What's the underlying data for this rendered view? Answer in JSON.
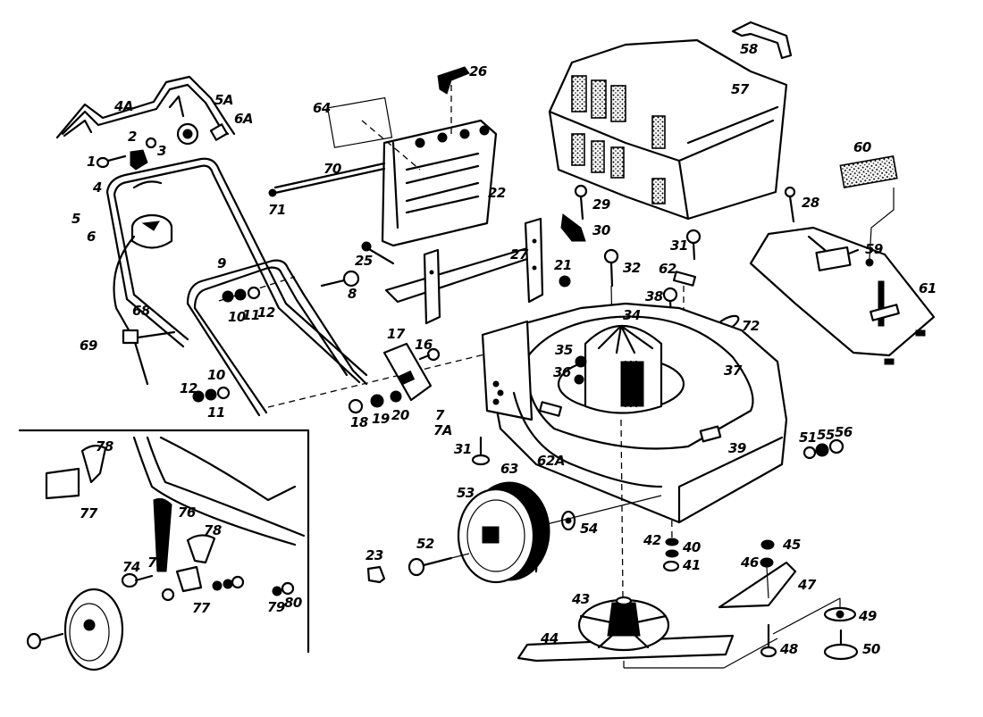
{
  "diagram": {
    "title": "",
    "type": "exploded-parts-diagram",
    "subject": "electric lawn mower",
    "parts": [
      {
        "id": "p1",
        "label": "1"
      },
      {
        "id": "p2",
        "label": "2"
      },
      {
        "id": "p3",
        "label": "3"
      },
      {
        "id": "p4",
        "label": "4"
      },
      {
        "id": "p4a",
        "label": "4A"
      },
      {
        "id": "p5",
        "label": "5"
      },
      {
        "id": "p5a",
        "label": "5A"
      },
      {
        "id": "p6",
        "label": "6"
      },
      {
        "id": "p6a",
        "label": "6A"
      },
      {
        "id": "p7",
        "label": "7"
      },
      {
        "id": "p7a",
        "label": "7A"
      },
      {
        "id": "p8",
        "label": "8"
      },
      {
        "id": "p9",
        "label": "9"
      },
      {
        "id": "p10a",
        "label": "10"
      },
      {
        "id": "p11a",
        "label": "11"
      },
      {
        "id": "p12a",
        "label": "12"
      },
      {
        "id": "p10b",
        "label": "10"
      },
      {
        "id": "p11b",
        "label": "11"
      },
      {
        "id": "p12b",
        "label": "12"
      },
      {
        "id": "p16",
        "label": "16"
      },
      {
        "id": "p17",
        "label": "17"
      },
      {
        "id": "p18",
        "label": "18"
      },
      {
        "id": "p19",
        "label": "19"
      },
      {
        "id": "p20",
        "label": "20"
      },
      {
        "id": "p21",
        "label": "21"
      },
      {
        "id": "p22",
        "label": "22"
      },
      {
        "id": "p23",
        "label": "23"
      },
      {
        "id": "p25",
        "label": "25"
      },
      {
        "id": "p26",
        "label": "26"
      },
      {
        "id": "p27",
        "label": "27"
      },
      {
        "id": "p28",
        "label": "28"
      },
      {
        "id": "p29",
        "label": "29"
      },
      {
        "id": "p30",
        "label": "30"
      },
      {
        "id": "p31a",
        "label": "31"
      },
      {
        "id": "p31b",
        "label": "31"
      },
      {
        "id": "p32",
        "label": "32"
      },
      {
        "id": "p34",
        "label": "34"
      },
      {
        "id": "p35",
        "label": "35"
      },
      {
        "id": "p36",
        "label": "36"
      },
      {
        "id": "p37",
        "label": "37"
      },
      {
        "id": "p38",
        "label": "38"
      },
      {
        "id": "p39",
        "label": "39"
      },
      {
        "id": "p40",
        "label": "40"
      },
      {
        "id": "p41",
        "label": "41"
      },
      {
        "id": "p42",
        "label": "42"
      },
      {
        "id": "p43",
        "label": "43"
      },
      {
        "id": "p44",
        "label": "44"
      },
      {
        "id": "p45",
        "label": "45"
      },
      {
        "id": "p46",
        "label": "46"
      },
      {
        "id": "p47",
        "label": "47"
      },
      {
        "id": "p48",
        "label": "48"
      },
      {
        "id": "p49",
        "label": "49"
      },
      {
        "id": "p50",
        "label": "50"
      },
      {
        "id": "p51",
        "label": "51"
      },
      {
        "id": "p52",
        "label": "52"
      },
      {
        "id": "p53",
        "label": "53"
      },
      {
        "id": "p54",
        "label": "54"
      },
      {
        "id": "p55",
        "label": "55"
      },
      {
        "id": "p56",
        "label": "56"
      },
      {
        "id": "p57",
        "label": "57"
      },
      {
        "id": "p58",
        "label": "58"
      },
      {
        "id": "p59",
        "label": "59"
      },
      {
        "id": "p60",
        "label": "60"
      },
      {
        "id": "p61",
        "label": "61"
      },
      {
        "id": "p62",
        "label": "62"
      },
      {
        "id": "p62a",
        "label": "62A"
      },
      {
        "id": "p63",
        "label": "63"
      },
      {
        "id": "p64",
        "label": "64"
      },
      {
        "id": "p68",
        "label": "68"
      },
      {
        "id": "p69",
        "label": "69"
      },
      {
        "id": "p70",
        "label": "70"
      },
      {
        "id": "p71",
        "label": "71"
      },
      {
        "id": "p72",
        "label": "72"
      },
      {
        "id": "p74",
        "label": "74"
      },
      {
        "id": "p75",
        "label": "75"
      },
      {
        "id": "p76",
        "label": "76"
      },
      {
        "id": "p77a",
        "label": "77"
      },
      {
        "id": "p77b",
        "label": "77"
      },
      {
        "id": "p78a",
        "label": "78"
      },
      {
        "id": "p78b",
        "label": "78"
      },
      {
        "id": "p79",
        "label": "79"
      },
      {
        "id": "p80",
        "label": "80"
      }
    ],
    "components": [
      "upper-handle-4A",
      "lower-handle-4",
      "handle-9",
      "switch-box-5",
      "cable-plug-69",
      "grass-flap-22",
      "hinge-rod-70",
      "bracket-27",
      "grass-box-57",
      "box-handle-58",
      "motor-cover-59",
      "switch-button-60",
      "motor-34",
      "deck-37",
      "rear-wheel-53",
      "blade-44",
      "blade-hub-43",
      "mounting-plate-47",
      "height-adjuster-inset"
    ]
  }
}
